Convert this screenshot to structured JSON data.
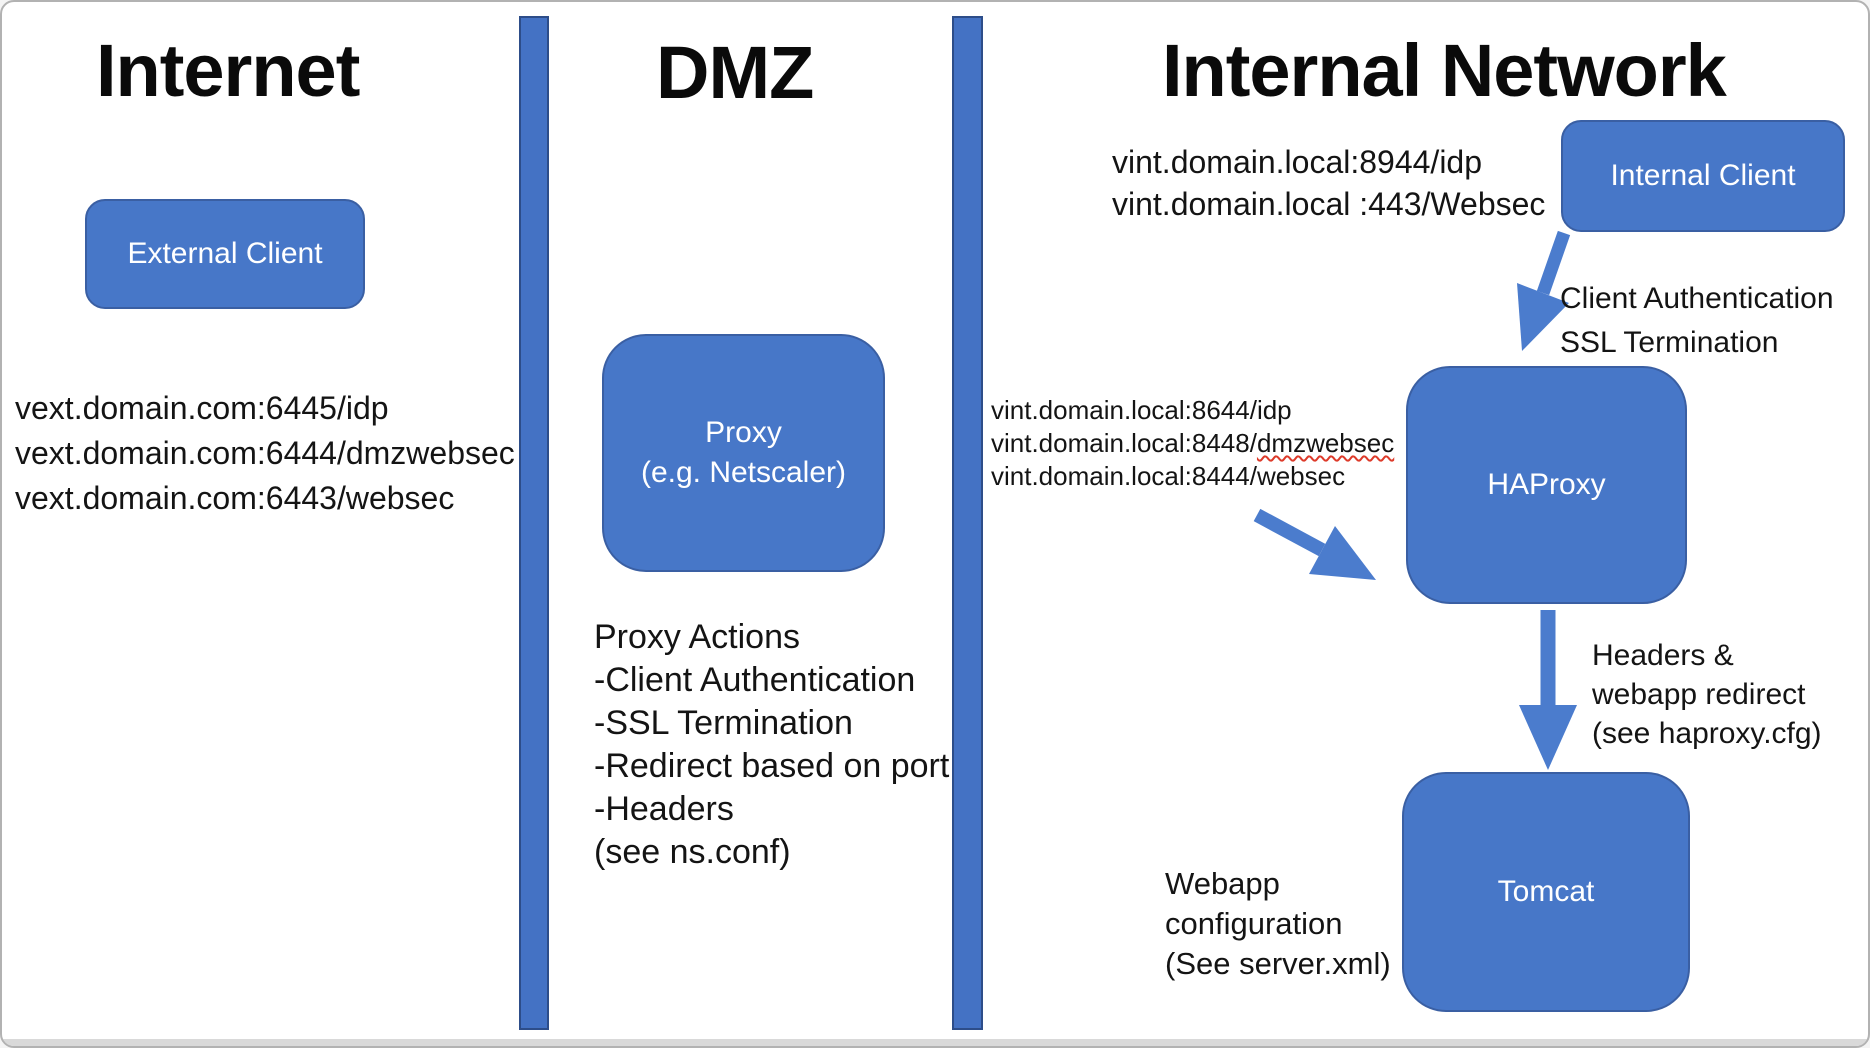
{
  "colors": {
    "node_fill": "#4777c8",
    "node_border": "#3a5fa3",
    "bar_fill": "#4472c4",
    "bar_border": "#2d4d89",
    "arrow": "#4b7ccd",
    "spellcheck_underline": "#dd3a2a"
  },
  "zones": {
    "internet": {
      "title": "Internet",
      "client_box": "External Client",
      "endpoints": [
        "vext.domain.com:6445/idp",
        "vext.domain.com:6444/dmzwebsec",
        "vext.domain.com:6443/websec"
      ]
    },
    "dmz": {
      "title": "DMZ",
      "proxy_box": [
        "Proxy",
        "(e.g. Netscaler)"
      ],
      "proxy_actions": [
        "Proxy Actions",
        "-Client Authentication",
        "-SSL Termination",
        "-Redirect based on port",
        "-Headers",
        "(see ns.conf)"
      ]
    },
    "internal": {
      "title": "Internal Network",
      "client_box": "Internal Client",
      "client_endpoints": [
        "vint.domain.local:8944/idp",
        "vint.domain.local :443/Websec"
      ],
      "client_arrow_labels": [
        "Client Authentication",
        "SSL Termination"
      ],
      "haproxy_box": "HAProxy",
      "haproxy_endpoints": {
        "line1": "vint.domain.local:8644/idp",
        "line2_prefix": "vint.domain.local:8448/",
        "line2_flagged": "dmzwebsec",
        "line3": "vint.domain.local:8444/websec"
      },
      "haproxy_arrow_labels": [
        "Headers &",
        "webapp redirect",
        "(see haproxy.cfg)"
      ],
      "tomcat_box": "Tomcat",
      "tomcat_note": [
        "Webapp",
        "configuration",
        "(See server.xml)"
      ]
    }
  }
}
